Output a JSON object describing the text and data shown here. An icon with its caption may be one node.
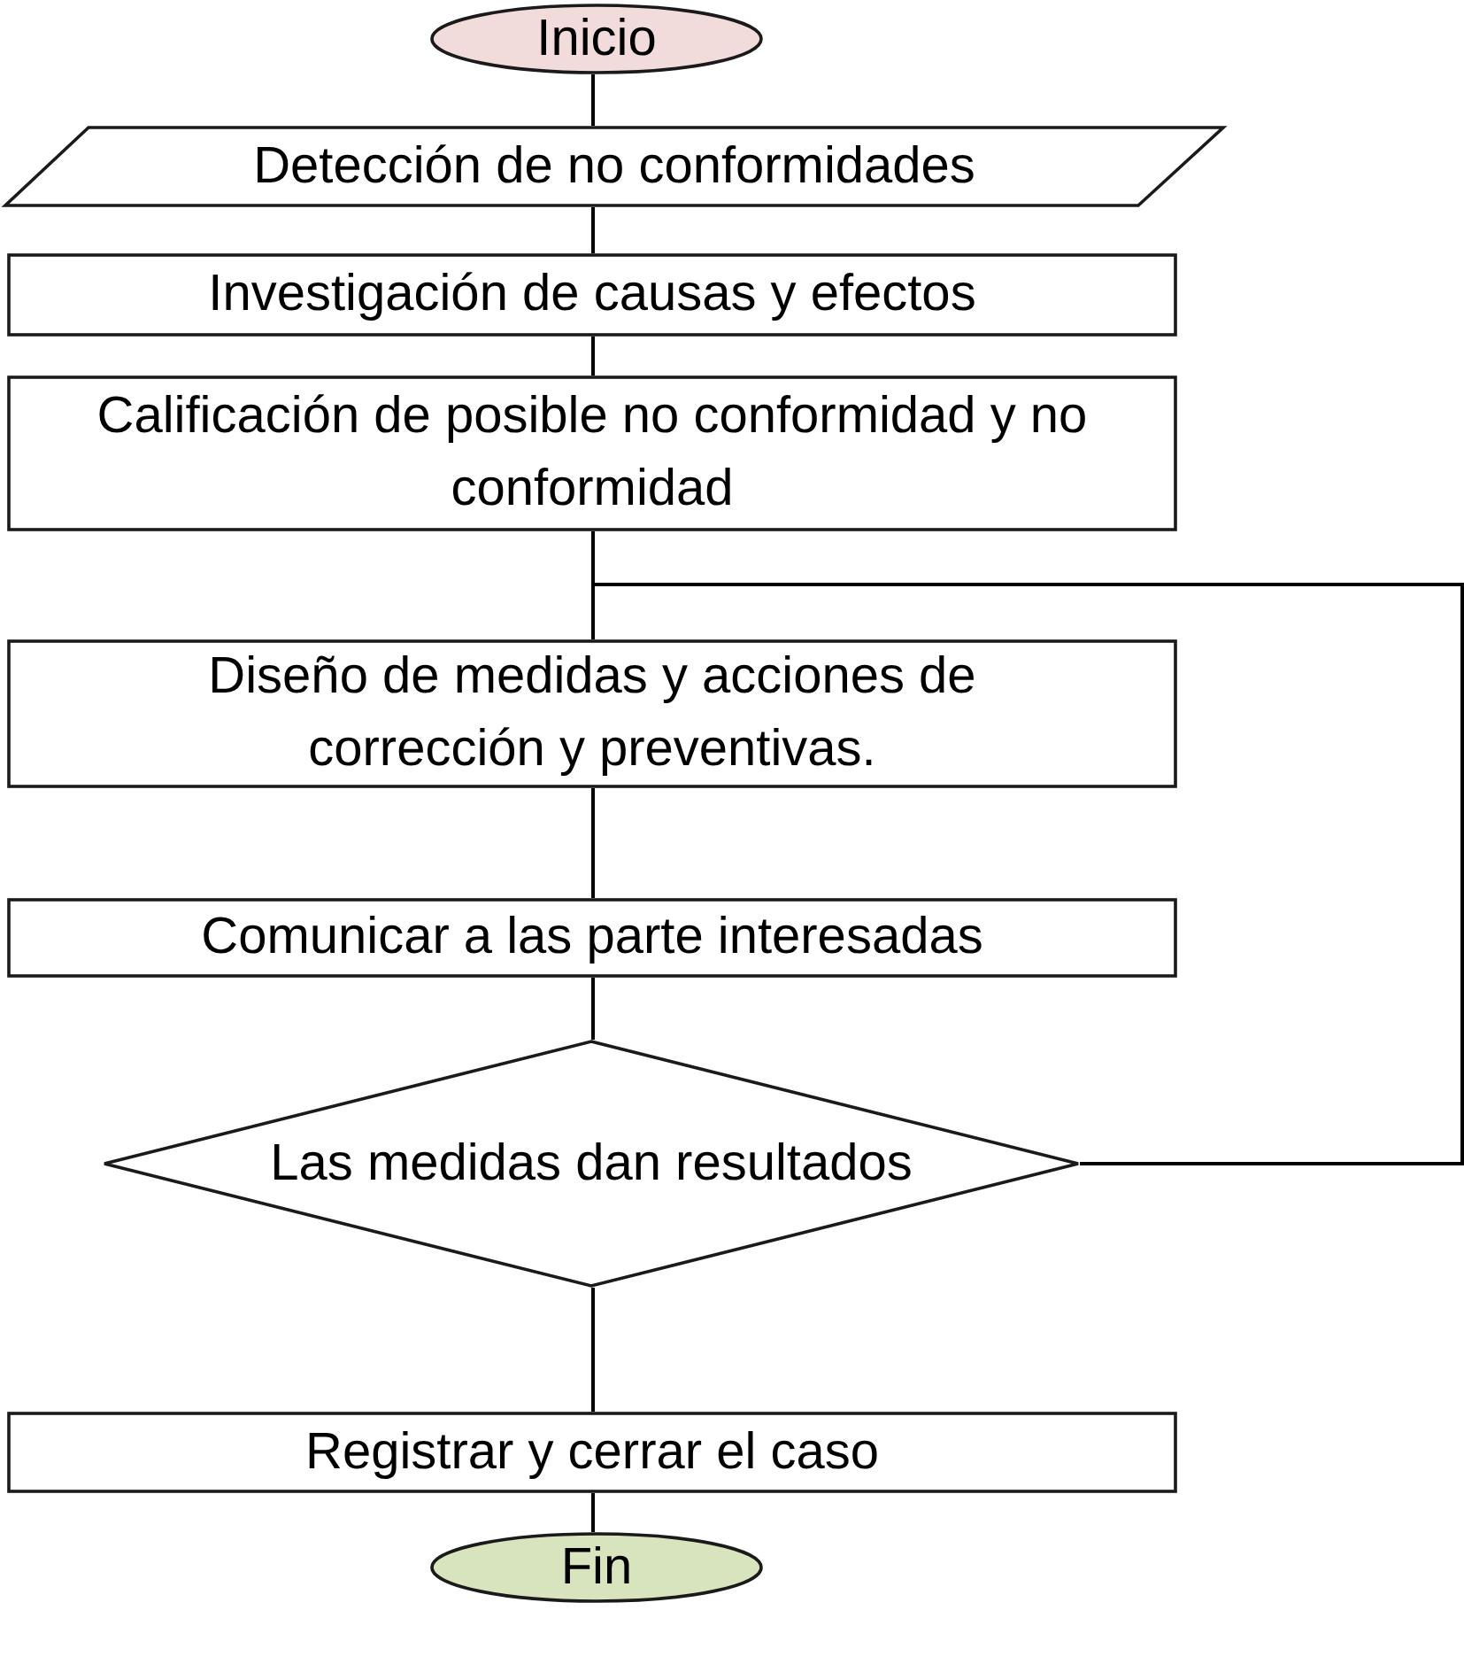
{
  "diagram": {
    "nodes": [
      {
        "text": [
          "Inicio"
        ]
      },
      {
        "text": [
          "Detección de no conformidades"
        ]
      },
      {
        "text": [
          "Investigación de causas y efectos"
        ]
      },
      {
        "text": [
          "Calificación de posible no conformidad y no conformidad"
        ]
      },
      {
        "text": [
          "Diseño de medidas y acciones de corrección y preventivas."
        ]
      },
      {
        "text": [
          "Comunicar a las parte interesadas"
        ]
      },
      {
        "text": [
          "Las medidas dan resultados"
        ]
      },
      {
        "text": [
          "Registrar y cerrar el caso"
        ]
      },
      {
        "text": [
          "Fin"
        ]
      }
    ],
    "edges": [
      {
        "from": 0,
        "to": 1,
        "arrow": "none"
      },
      {
        "from": 1,
        "to": 2,
        "arrow": "none"
      },
      {
        "from": 2,
        "to": 3,
        "arrow": "none"
      },
      {
        "from": 3,
        "to": 4,
        "arrow": "none"
      },
      {
        "from": 4,
        "to": 5,
        "arrow": "none"
      },
      {
        "from": 5,
        "to": 6,
        "arrow": "none"
      },
      {
        "from": 6,
        "to": 7,
        "arrow": "none"
      },
      {
        "from": 7,
        "to": 8,
        "arrow": "none"
      },
      {
        "from": 6,
        "to": 4,
        "arrow": "none"
      }
    ]
  }
}
